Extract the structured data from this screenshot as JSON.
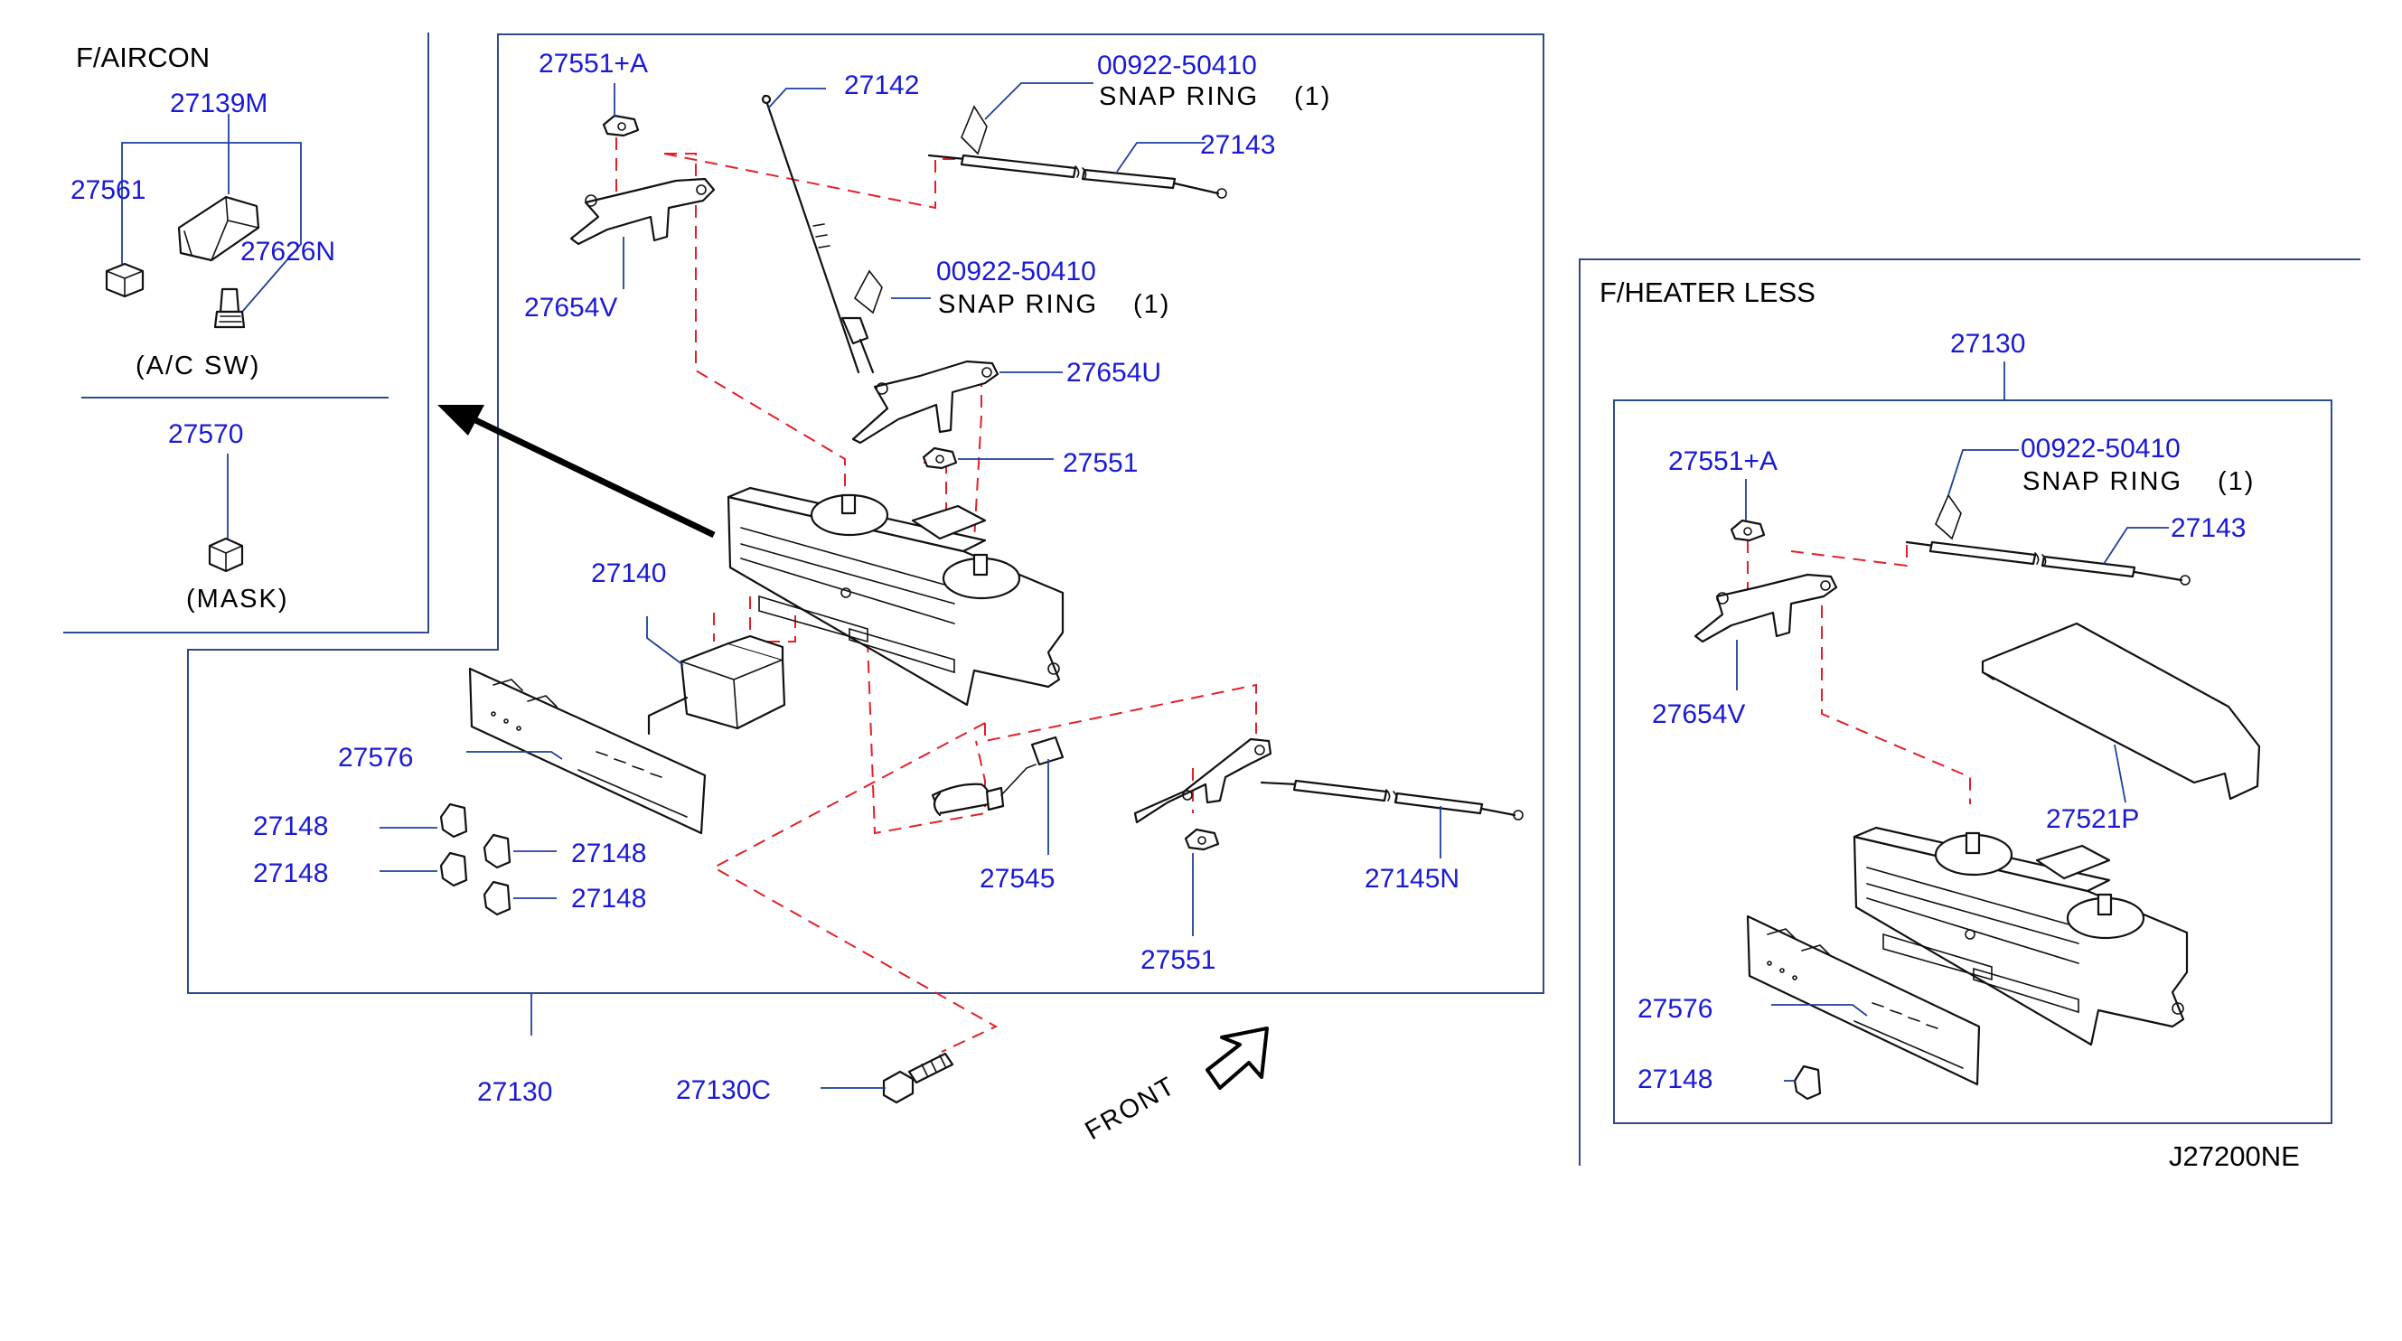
{
  "diagram_code": "J27200NE",
  "aircon": {
    "title": "F/AIRCON",
    "switch_caption": "(A/C  SW)",
    "mask_caption": "(MASK)",
    "parts": {
      "switch_assembly": "27139M",
      "switch_knob": "27561",
      "switch_bulb": "27626N",
      "mask": "27570"
    }
  },
  "main": {
    "parts": {
      "lever_a": "27551+A",
      "cable": "27142",
      "snap_ring_1": "00922-50410",
      "snap_ring_2": "00922-50410",
      "cable_upper": "27143",
      "lever_v": "27654V",
      "lever_u": "27654U",
      "clip_upper": "27551",
      "blower_switch": "27140",
      "finisher": "27576",
      "knob_1": "27148",
      "knob_2": "27148",
      "knob_3": "27148",
      "knob_4": "27148",
      "bulb_socket": "27545",
      "cable_lower": "27145N",
      "clip_lower": "27551",
      "control_assembly": "27130",
      "screw": "27130C"
    },
    "snap_ring_label": "SNAP   RING",
    "snap_ring_qty": "(1)",
    "front_label": "FRONT"
  },
  "heater_less": {
    "title": "F/HEATER  LESS",
    "parts": {
      "assembly": "27130",
      "lever_a": "27551+A",
      "snap_ring": "00922-50410",
      "cable": "27143",
      "lever_v": "27654V",
      "cover": "27521P",
      "finisher": "27576",
      "knob": "27148"
    },
    "snap_ring_label": "SNAP   RING",
    "snap_ring_qty": "(1)"
  },
  "colors": {
    "part_number": "#1a1ad6",
    "leader": "#1f3f9c",
    "frame": "#2f4a8c",
    "dashed": "#e41f28",
    "outline": "#111111"
  }
}
